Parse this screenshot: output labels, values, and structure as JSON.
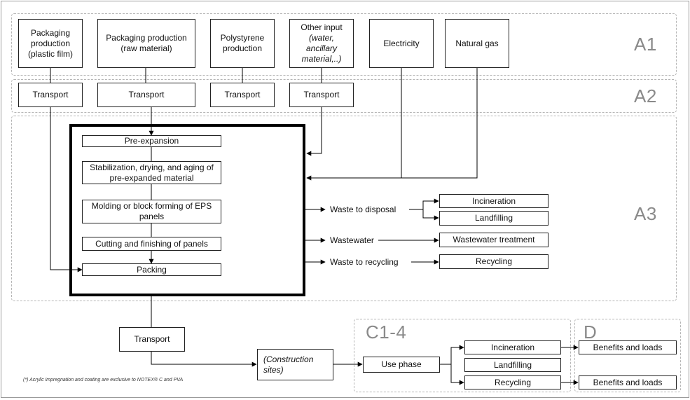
{
  "zones": {
    "a1": "A1",
    "a2": "A2",
    "a3": "A3",
    "c14": "C1-4",
    "d": "D"
  },
  "a1_inputs": {
    "pkg_film": "Packaging production (plastic film)",
    "pkg_raw": "Packaging production (raw material)",
    "polystyrene": "Polystyrene production",
    "other_title": "Other input",
    "other_detail": "(water, ancillary material,..)",
    "electricity": "Electricity",
    "natural_gas": "Natural gas"
  },
  "a2_transport": {
    "t1": "Transport",
    "t2": "Transport",
    "t3": "Transport",
    "t4": "Transport"
  },
  "process": {
    "pre_expansion": "Pre-expansion",
    "stabilization": "Stabilization, drying, and aging of pre-expanded material",
    "molding": "Molding or block forming of EPS panels",
    "cutting": "Cutting and finishing of panels",
    "packing": "Packing"
  },
  "outputs": {
    "waste_disposal": "Waste to disposal",
    "wastewater": "Wastewater",
    "waste_recycling": "Waste to recycling",
    "incineration": "Incineration",
    "landfilling": "Landfilling",
    "wastewater_treatment": "Wastewater treatment",
    "recycling": "Recycling"
  },
  "downstream": {
    "transport": "Transport",
    "construction_sites": "(Construction sites)",
    "use_phase": "Use phase",
    "incineration": "Incineration",
    "landfilling": "Landfilling",
    "recycling": "Recycling",
    "benefits_1": "Benefits and loads",
    "benefits_2": "Benefits and loads"
  },
  "footnote": "(*) Acrylic impregnation and coating are exclusive to NOTEX® C and PVA"
}
